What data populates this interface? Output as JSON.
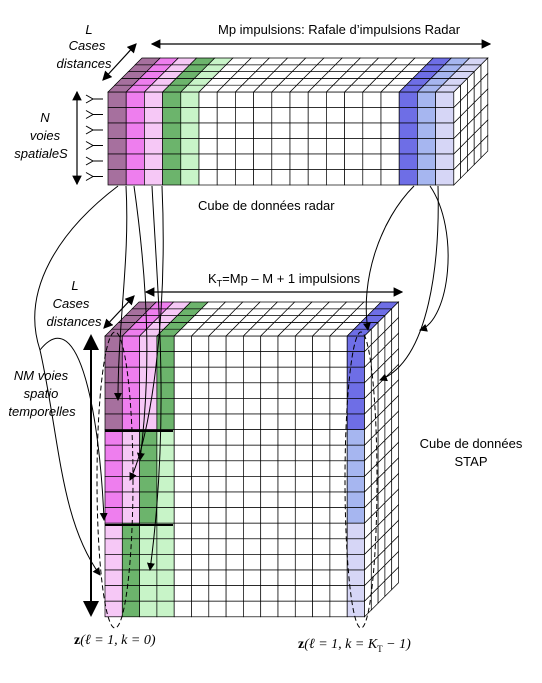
{
  "top_cube": {
    "title": "Mp impulsions: Rafale d’impulsions Radar",
    "depth_label": {
      "symbol": "L",
      "line1": "Cases",
      "line2": "distances"
    },
    "height_label": {
      "symbol": "N",
      "line1": "voies",
      "line2": "spatialeS"
    },
    "caption": "Cube de données  radar"
  },
  "stap_cube": {
    "title_prefix": "K",
    "title_sub": "T",
    "title_suffix": "=Mp – M + 1 impulsions",
    "depth_label": {
      "symbol": "L",
      "line1": "Cases",
      "line2": "distances"
    },
    "height_label": {
      "line1": "NM voies",
      "line2": "spatio",
      "line3": "temporelles"
    },
    "caption_line1": "Cube de données",
    "caption_line2": "STAP"
  },
  "vectors": {
    "first_prefix": "z",
    "first_args": "(ℓ = 1, k = 0)",
    "last_prefix": "z",
    "last_args": "(ℓ = 1, k = K",
    "last_sub": "T",
    "last_suffix": " − 1)"
  },
  "colors": {
    "purple": "#a6709e",
    "magenta": "#ee7eee",
    "pink": "#f6c8f6",
    "green": "#6cb46c",
    "light_green": "#c8f4c8",
    "blue": "#6e6ee6",
    "light_blue": "#a6b6f0",
    "lavender": "#d6d6f6"
  }
}
